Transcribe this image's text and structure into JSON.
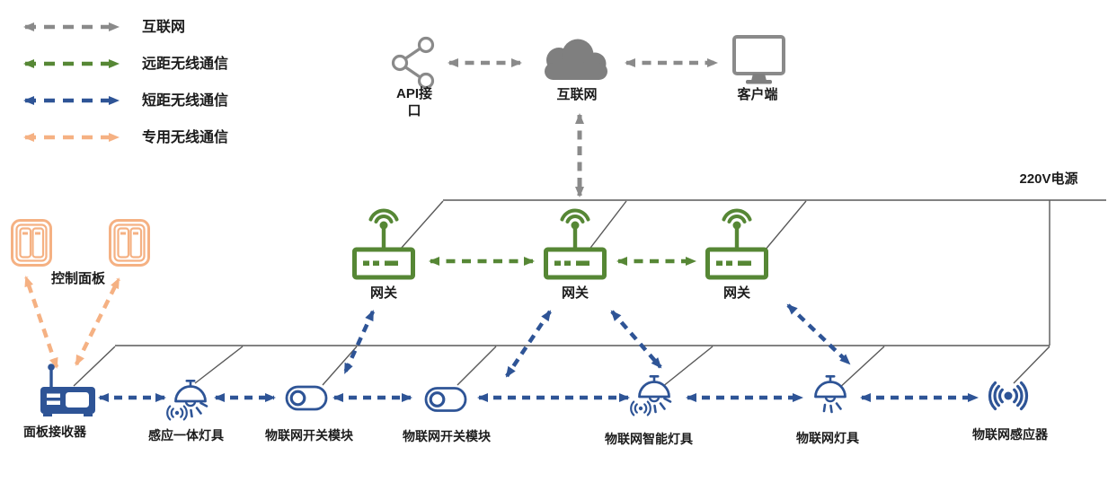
{
  "colors": {
    "gray": "#8a8a8a",
    "dgray": "#7f7f7f",
    "green": "#568735",
    "blue": "#2e5496",
    "orange": "#f5b183",
    "line": "#595959"
  },
  "legend": {
    "items": [
      {
        "id": "internet-link",
        "label": "互联网",
        "color": "#8a8a8a"
      },
      {
        "id": "long-range-wireless",
        "label": "远距无线通信",
        "color": "#568735"
      },
      {
        "id": "short-range-wireless",
        "label": "短距无线通信",
        "color": "#2e5496"
      },
      {
        "id": "dedicated-wireless",
        "label": "专用无线通信",
        "color": "#f5b183"
      }
    ]
  },
  "cloud_layer": {
    "api": {
      "line1": "API接",
      "line2": "口"
    },
    "internet": {
      "label": "互联网"
    },
    "client": {
      "label": "客户端"
    }
  },
  "power": {
    "label": "220V电源"
  },
  "gateways": [
    {
      "label": "网关"
    },
    {
      "label": "网关"
    },
    {
      "label": "网关"
    }
  ],
  "control_panel": {
    "label": "控制面板"
  },
  "devices": [
    {
      "label": "面板接收器"
    },
    {
      "label": "感应一体灯具"
    },
    {
      "label": "物联网开关模块"
    },
    {
      "label": "物联网开关模块"
    },
    {
      "label": "物联网智能灯具"
    },
    {
      "label": "物联网灯具"
    },
    {
      "label": "物联网感应器"
    }
  ]
}
